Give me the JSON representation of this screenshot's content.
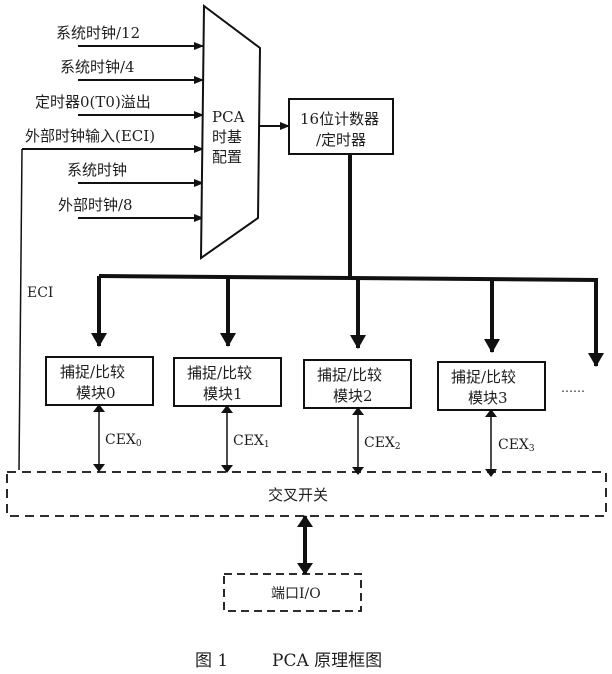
{
  "inputs": [
    {
      "label": "系统时钟/12"
    },
    {
      "label": "系统时钟/4"
    },
    {
      "label": "定时器0(T0)溢出"
    },
    {
      "label": "外部时钟输入(ECI)"
    },
    {
      "label": "系统时钟"
    },
    {
      "label": "外部时钟/8"
    }
  ],
  "mux": {
    "line1": "PCA",
    "line2": "时基",
    "line3": "配置"
  },
  "counter": {
    "line1": "16位计数器",
    "line2": "/定时器"
  },
  "eci_label": "ECI",
  "modules": [
    {
      "line1": "捕捉/比较",
      "line2": "模块0",
      "cex": "CEX",
      "cex_sub": "0"
    },
    {
      "line1": "捕捉/比较",
      "line2": "模块1",
      "cex": "CEX",
      "cex_sub": "1"
    },
    {
      "line1": "捕捉/比较",
      "line2": "模块2",
      "cex": "CEX",
      "cex_sub": "2"
    },
    {
      "line1": "捕捉/比较",
      "line2": "模块3",
      "cex": "CEX",
      "cex_sub": "3"
    }
  ],
  "ellipsis": "……",
  "crossbar": {
    "label": "交叉开关"
  },
  "port": {
    "label": "端口I/O"
  },
  "caption": {
    "figure": "图 1",
    "title": "PCA 原理框图"
  }
}
